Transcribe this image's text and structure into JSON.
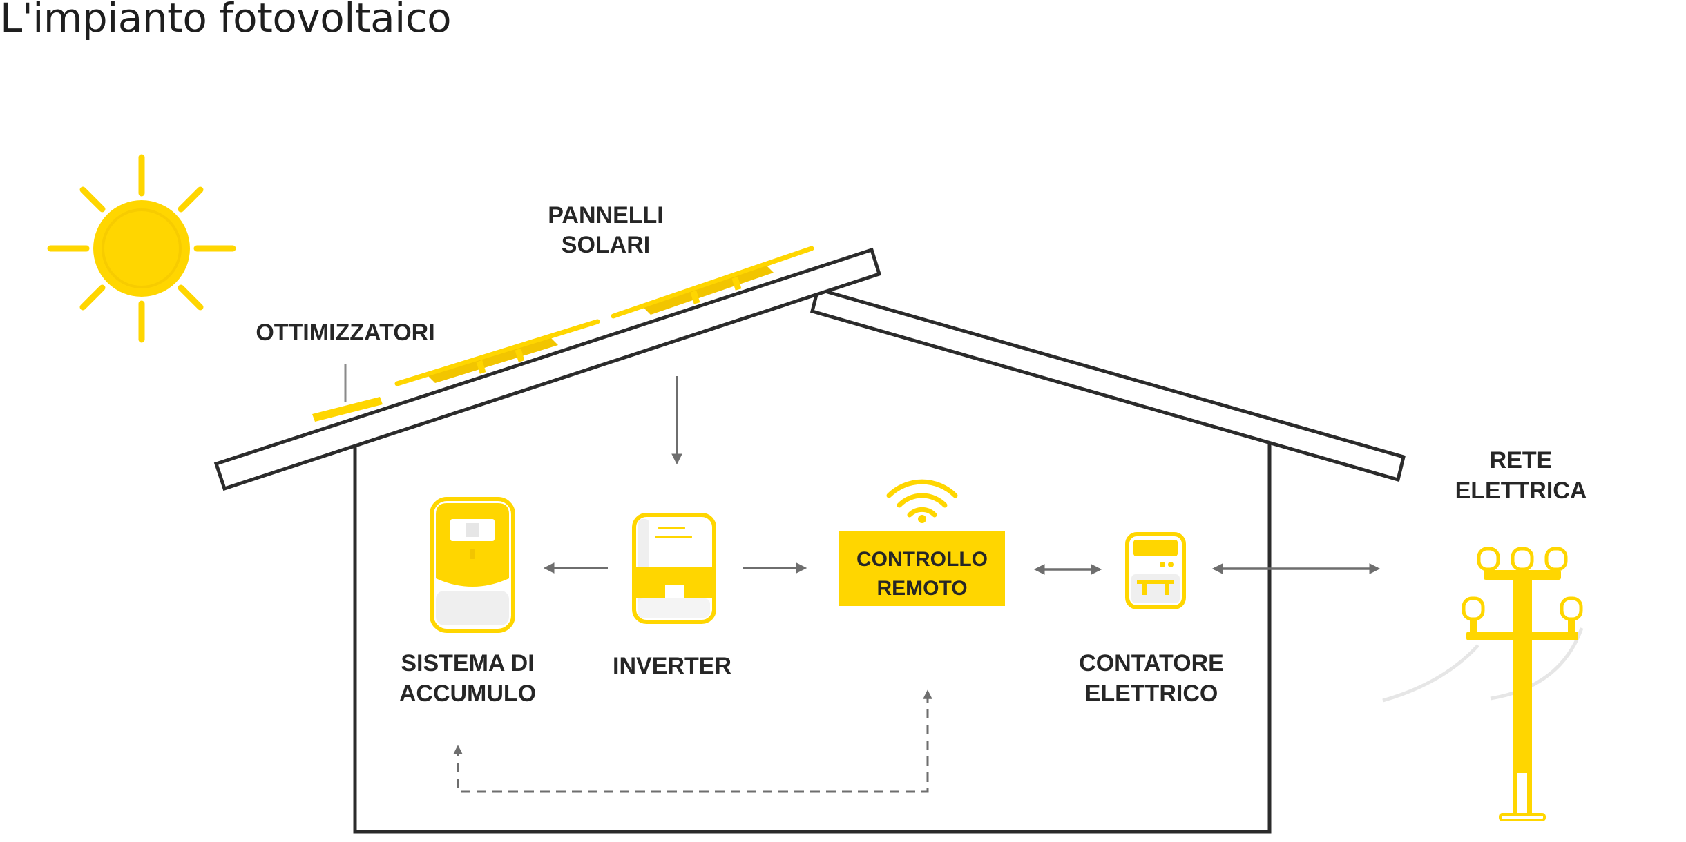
{
  "title": "L'impianto fotovoltaico",
  "labels": {
    "pannelli_line1": "PANNELLI",
    "pannelli_line2": "SOLARI",
    "ottimizzatori": "OTTIMIZZATORI",
    "accumulo_line1": "SISTEMA DI",
    "accumulo_line2": "ACCUMULO",
    "inverter": "INVERTER",
    "controllo_line1": "CONTROLLO",
    "controllo_line2": "REMOTO",
    "contatore_line1": "CONTATORE",
    "contatore_line2": "ELETTRICO",
    "rete_line1": "RETE",
    "rete_line2": "ELETTRICA"
  },
  "colors": {
    "accent": "#FFD600",
    "accent_dark": "#F2C500",
    "outline": "#2b2b2b",
    "arrow": "#6e6e6e",
    "text": "#262626"
  },
  "icons": [
    "sun-icon",
    "solar-panel-icon",
    "optimizer-icon",
    "battery-icon",
    "inverter-icon",
    "wifi-icon",
    "meter-icon",
    "power-pole-icon"
  ]
}
